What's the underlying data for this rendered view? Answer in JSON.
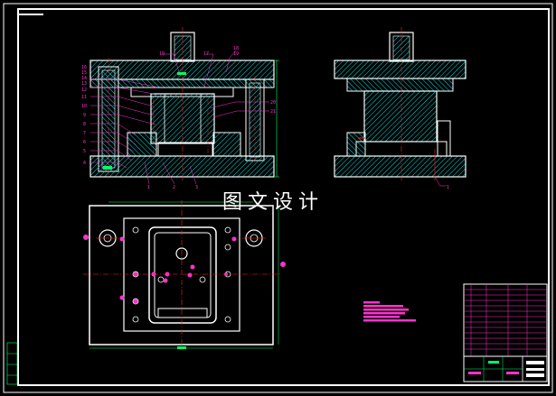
{
  "watermark": "图文设计",
  "callouts_front": [
    "10",
    "17",
    "18",
    "19",
    "20",
    "21",
    "1",
    "2",
    "3",
    "4",
    "5",
    "6",
    "7",
    "8",
    "9",
    "10",
    "11",
    "12",
    "13",
    "14",
    "15",
    "16"
  ],
  "callouts_side": [
    "1"
  ],
  "colors": {
    "background": "#000000",
    "frame": "#ffffff",
    "outline": "#ffffff",
    "hatch": "#00e5e5",
    "centerline": "#ff2020",
    "dimension": "#00ff66",
    "callout": "#ff33cc",
    "text_block": "#ff33cc"
  }
}
